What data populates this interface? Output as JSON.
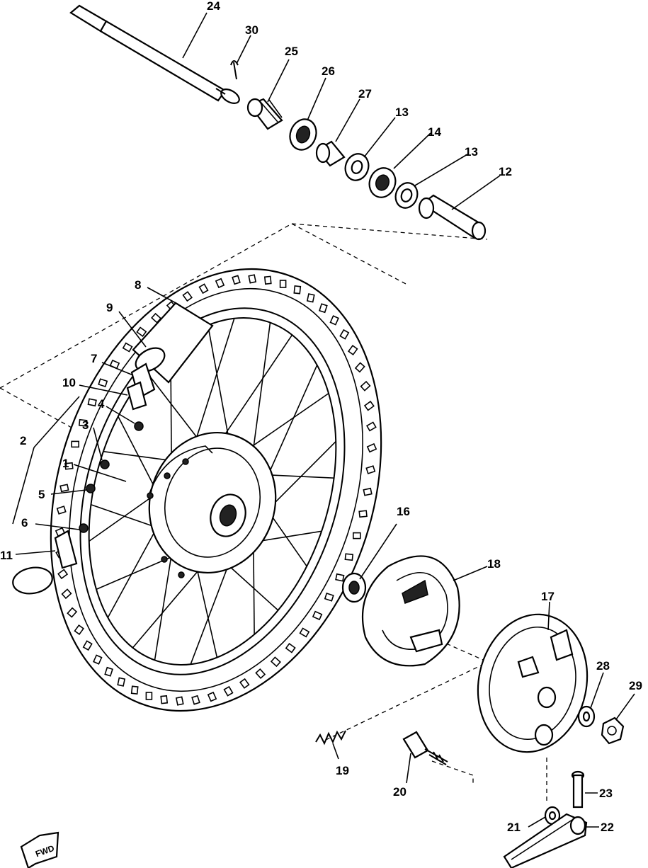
{
  "labels": {
    "n1": "1",
    "n2": "2",
    "n3": "3",
    "n4": "4",
    "n5": "5",
    "n6": "6",
    "n7": "7",
    "n8": "8",
    "n9": "9",
    "n10": "10",
    "n11": "11",
    "n12": "12",
    "n13a": "13",
    "n13b": "13",
    "n14": "14",
    "n16": "16",
    "n17": "17",
    "n18": "18",
    "n19": "19",
    "n20": "20",
    "n21": "21",
    "n22": "22",
    "n23": "23",
    "n24": "24",
    "n25": "25",
    "n26": "26",
    "n27": "27",
    "n28": "28",
    "n29": "29",
    "n30": "30"
  },
  "fwd_mark": "FWD",
  "icons": {
    "fwd": "forward-arrow-icon"
  }
}
